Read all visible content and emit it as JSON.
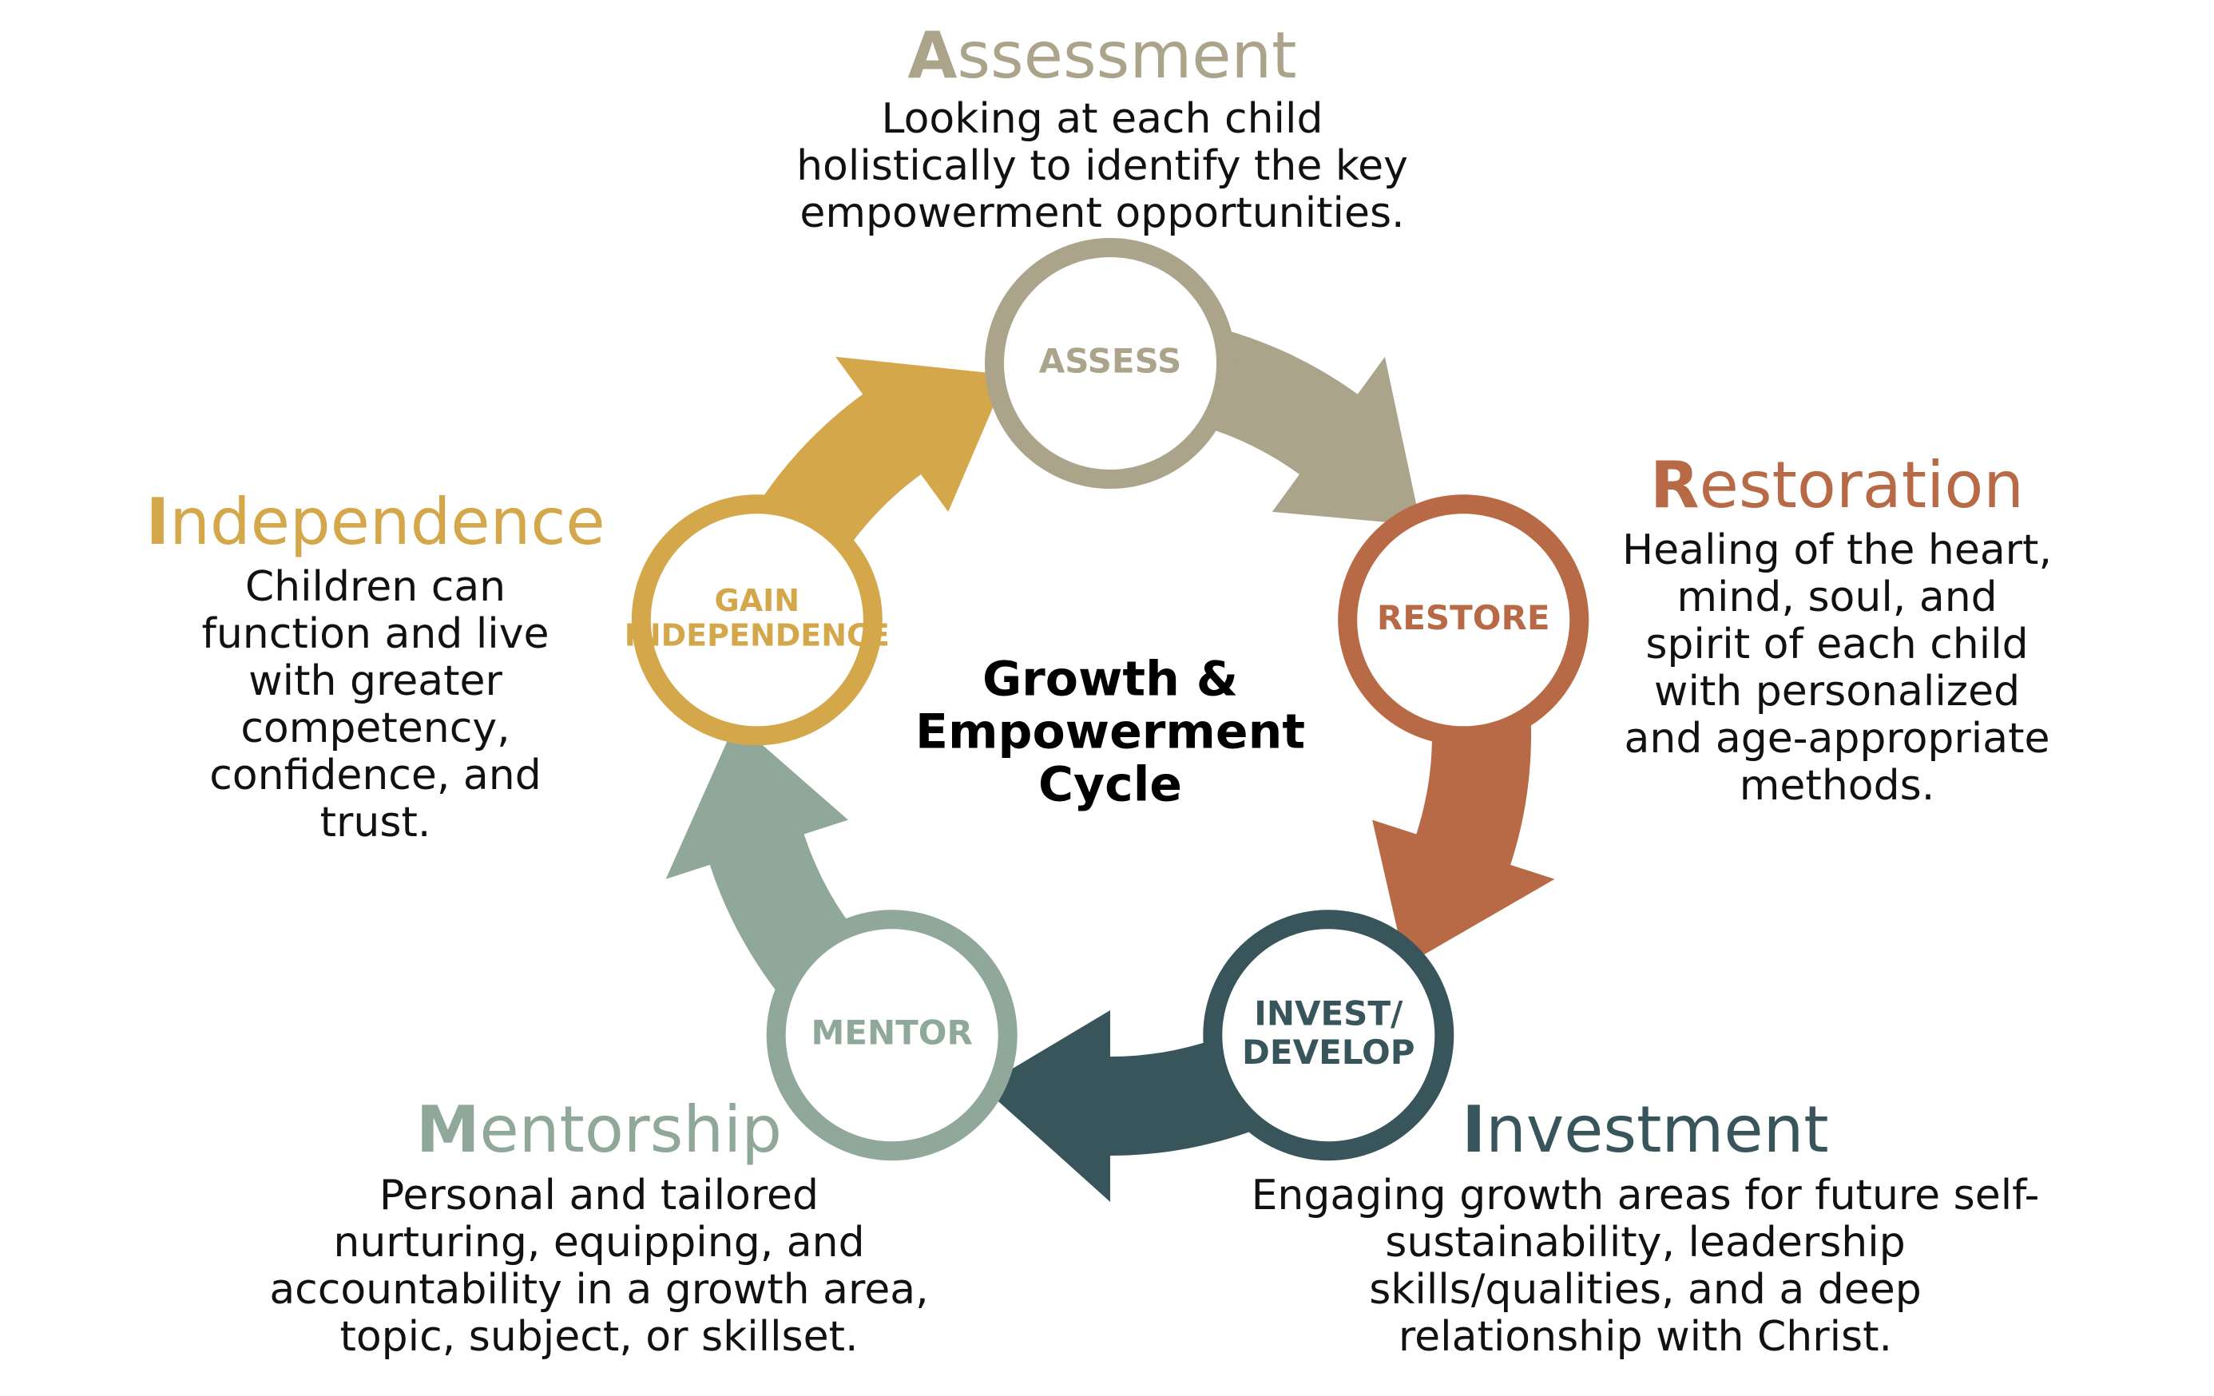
{
  "center_title": [
    "Growth &",
    "Empowerment",
    "Cycle"
  ],
  "stages": [
    {
      "key": "assess",
      "circle_label": [
        "ASSESS"
      ],
      "heading_initial": "A",
      "heading_rest": "ssessment",
      "description": "Looking at each child\nholistically to identify the key\nempowerment opportunities.",
      "color": "#ABA38A"
    },
    {
      "key": "restore",
      "circle_label": [
        "RESTORE"
      ],
      "heading_initial": "R",
      "heading_rest": "estoration",
      "description": "Healing of the heart,\nmind, soul, and\nspirit of each child\nwith personalized\nand age-appropriate\nmethods.",
      "color": "#B86A46"
    },
    {
      "key": "invest",
      "circle_label": [
        "INVEST/",
        "DEVELOP"
      ],
      "heading_initial": "I",
      "heading_rest": "nvestment",
      "description": "Engaging growth areas for future self-\nsustainability, leadership\nskills/qualities, and a deep\nrelationship with Christ.",
      "color": "#37555A"
    },
    {
      "key": "mentor",
      "circle_label": [
        "MENTOR"
      ],
      "heading_initial": "M",
      "heading_rest": "entorship",
      "description": "Personal and tailored\nnurturing, equipping, and\naccountability in a growth area,\ntopic, subject, or skillset.",
      "color": "#8FA899"
    },
    {
      "key": "gain",
      "circle_label": [
        "GAIN",
        "INDEPENDENCE"
      ],
      "heading_initial": "I",
      "heading_rest": "ndependence",
      "description": "Children can\nfunction and live\nwith greater\ncompetency,\nconfidence, and\ntrust.",
      "color": "#D3A74A"
    }
  ]
}
